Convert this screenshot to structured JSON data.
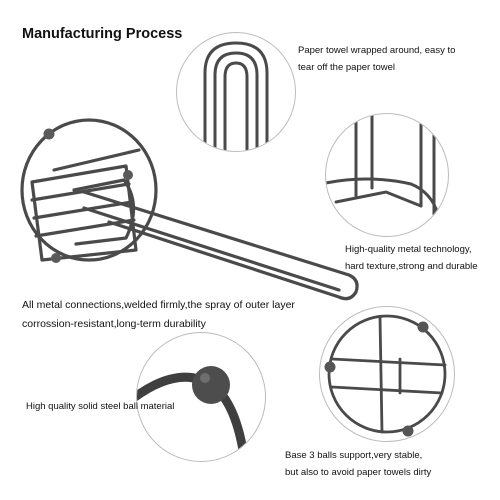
{
  "heading": "Manufacturing Process",
  "captions": {
    "paper_wrap": [
      "Paper towel wrapped around, easy to",
      "tear off the paper towel"
    ],
    "metal_tech": [
      "High-quality metal technology,",
      "hard texture,strong and durable"
    ],
    "welded": [
      "All metal connections,welded firmly,the spray of outer layer",
      "corrossion-resistant,long-term durability"
    ],
    "steel_ball": [
      "High quality solid steel ball material"
    ],
    "base_balls": [
      "Base 3 balls support,very stable,",
      "but also to avoid paper towels dirty"
    ]
  },
  "colors": {
    "metal": "#4a4a4a",
    "circle_border": "#bcbcbc"
  }
}
